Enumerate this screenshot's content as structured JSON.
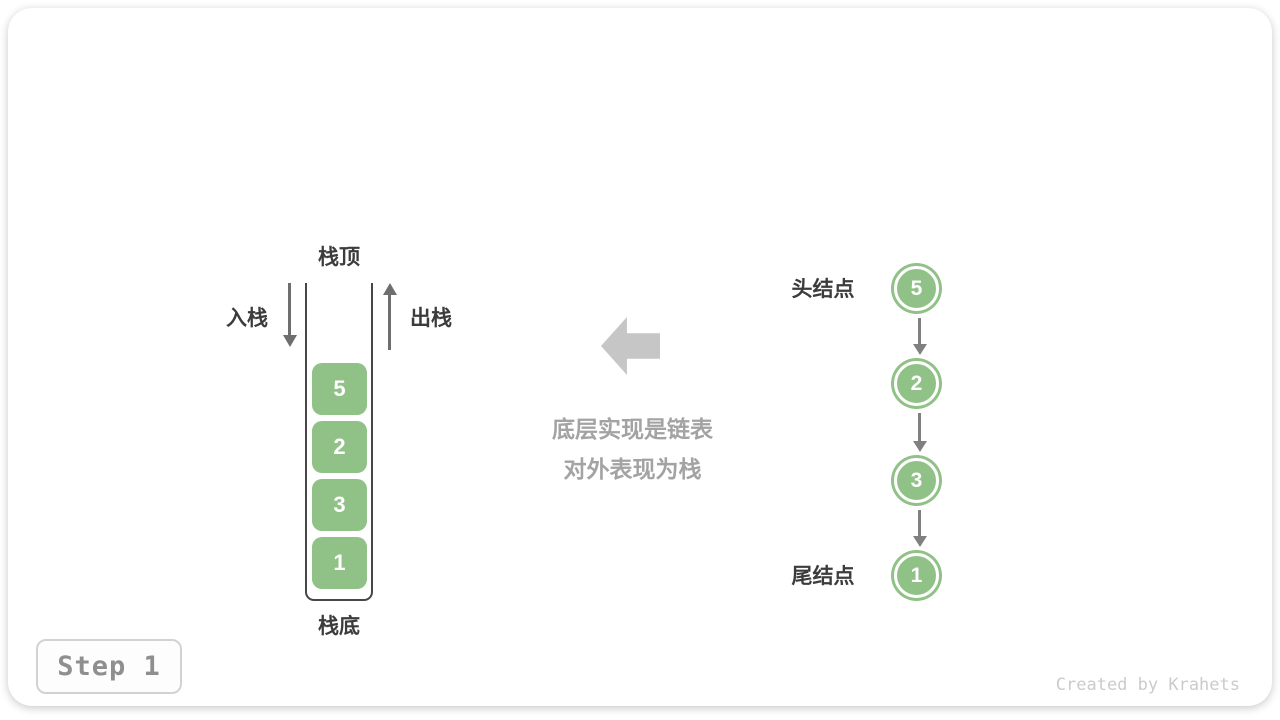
{
  "stack": {
    "top_label": "栈顶",
    "bottom_label": "栈底",
    "push_label": "入栈",
    "pop_label": "出栈",
    "items": [
      "5",
      "2",
      "3",
      "1"
    ]
  },
  "caption": {
    "line1": "底层实现是链表",
    "line2": "对外表现为栈"
  },
  "linked_list": {
    "head_label": "头结点",
    "tail_label": "尾结点",
    "nodes": [
      "5",
      "2",
      "3",
      "1"
    ]
  },
  "footer": {
    "step_label": "Step 1",
    "credit": "Created by Krahets"
  },
  "colors": {
    "node_green": "#90C186",
    "label_text": "#3C3C3C",
    "caption_text": "#A3A3A3",
    "block_arrow": "#C6C6C6",
    "stack_outline": "#474747",
    "connector_gray": "#808080"
  }
}
